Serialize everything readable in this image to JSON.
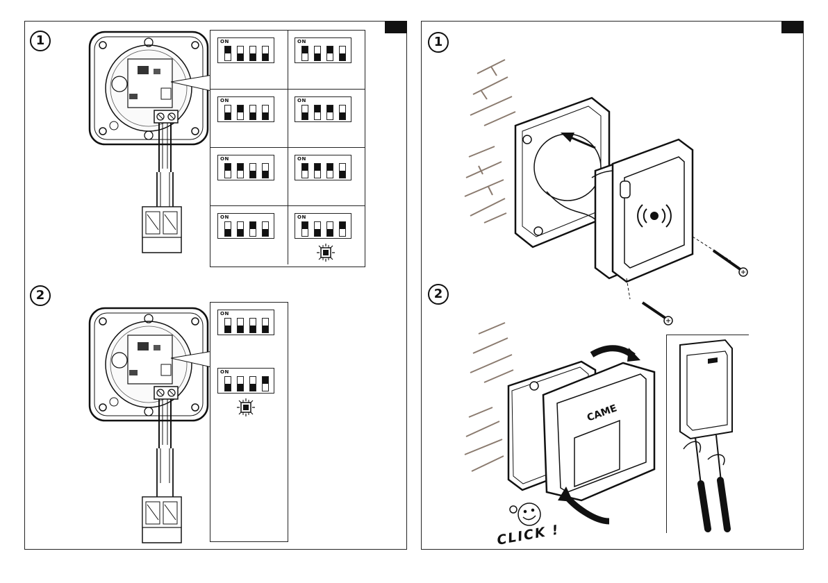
{
  "pages": {
    "left": {
      "steps": [
        {
          "number": "1",
          "dip_settings": [
            {
              "on_label": "ON",
              "switches": [
                "on",
                "off",
                "off",
                "off"
              ],
              "reset_icon": false
            },
            {
              "on_label": "ON",
              "switches": [
                "on",
                "off",
                "on",
                "off"
              ],
              "reset_icon": false
            },
            {
              "on_label": "ON",
              "switches": [
                "off",
                "on",
                "off",
                "off"
              ],
              "reset_icon": false
            },
            {
              "on_label": "ON",
              "switches": [
                "off",
                "on",
                "on",
                "off"
              ],
              "reset_icon": false
            },
            {
              "on_label": "ON",
              "switches": [
                "on",
                "on",
                "off",
                "off"
              ],
              "reset_icon": false
            },
            {
              "on_label": "ON",
              "switches": [
                "on",
                "on",
                "on",
                "off"
              ],
              "reset_icon": false
            },
            {
              "on_label": "ON",
              "switches": [
                "off",
                "off",
                "on",
                "off"
              ],
              "reset_icon": false
            },
            {
              "on_label": "ON",
              "switches": [
                "on",
                "off",
                "off",
                "on"
              ],
              "reset_icon": true
            }
          ]
        },
        {
          "number": "2",
          "dip_settings": [
            {
              "on_label": "ON",
              "switches": [
                "off",
                "off",
                "off",
                "off"
              ],
              "reset_icon": false
            },
            {
              "on_label": "ON",
              "switches": [
                "off",
                "off",
                "off",
                "on"
              ],
              "reset_icon": true
            }
          ]
        }
      ]
    },
    "right": {
      "steps": [
        {
          "number": "1"
        },
        {
          "number": "2",
          "brand": "CAME",
          "click_label": "CLICK !"
        }
      ]
    }
  },
  "colors": {
    "ink": "#111111",
    "wall": "#8a7a6e",
    "panel_border": "#222222"
  },
  "icons": [
    "wall-bricks-icon",
    "screw-icon",
    "rfid-waves-icon",
    "reset-chip-icon",
    "smiley-icon",
    "screwdriver-icon",
    "arrow-icon"
  ]
}
